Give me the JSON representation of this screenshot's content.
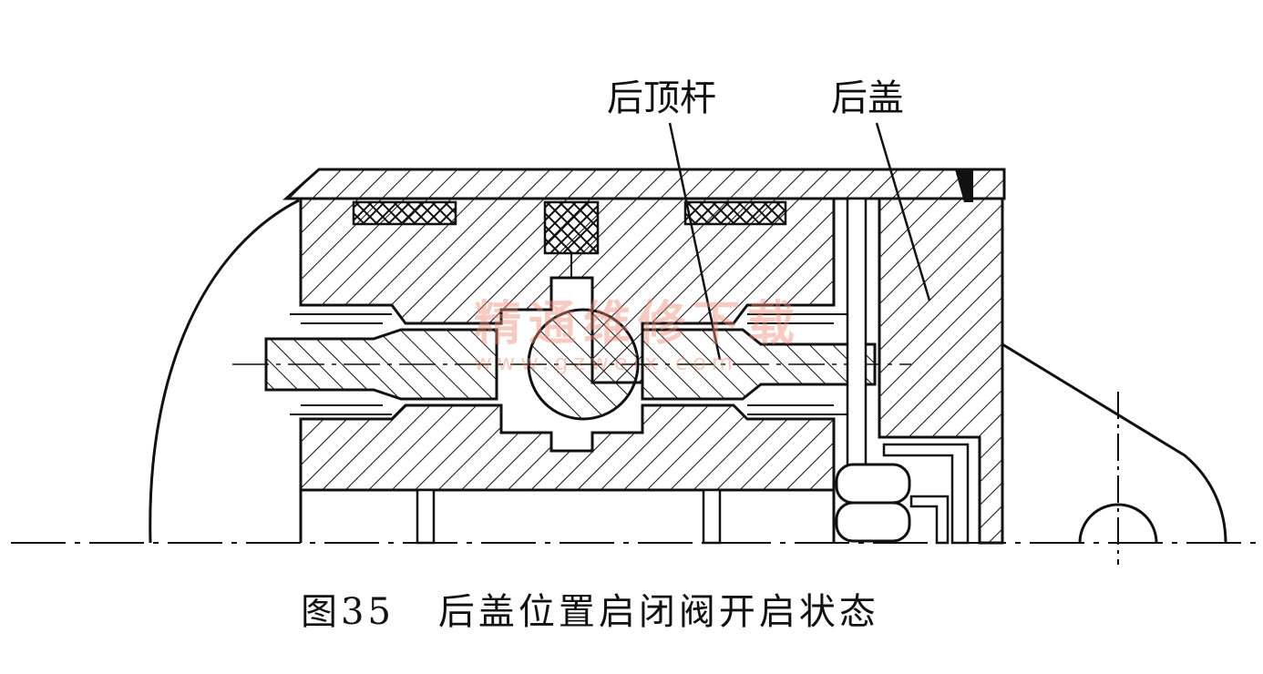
{
  "labels": {
    "rear_push_rod": "后顶杆",
    "rear_cover": "后盖"
  },
  "caption": {
    "figure_number": "图35",
    "text": "后盖位置启闭阀开启状态"
  },
  "watermark": {
    "text": "精通维修下载",
    "url": "www.gzweix.com"
  },
  "colors": {
    "line": "#111111",
    "watermark": "#f08c78"
  }
}
